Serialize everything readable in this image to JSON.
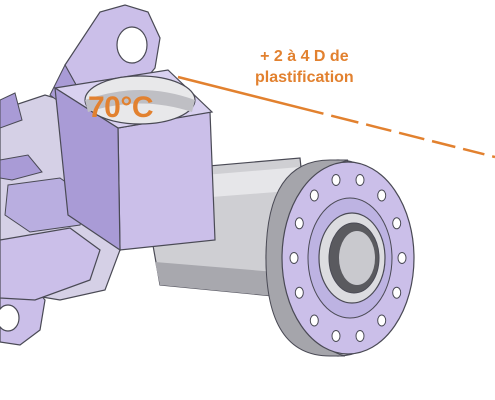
{
  "annotations": {
    "temperature": "70°C",
    "note_line1": "+ 2 à 4 D de",
    "note_line2": "plastification"
  },
  "colors": {
    "accent": "#e2812f",
    "part_lilac": "#cbbfe9",
    "part_lilac_shadow": "#a99bd6",
    "part_grey": "#d3d3d6",
    "part_grey_dark": "#9a9aa0",
    "bore_dark": "#5a5a5f"
  },
  "figure": {
    "subject": "cad-mechanical-axle-housing",
    "bolt_holes": 14
  }
}
